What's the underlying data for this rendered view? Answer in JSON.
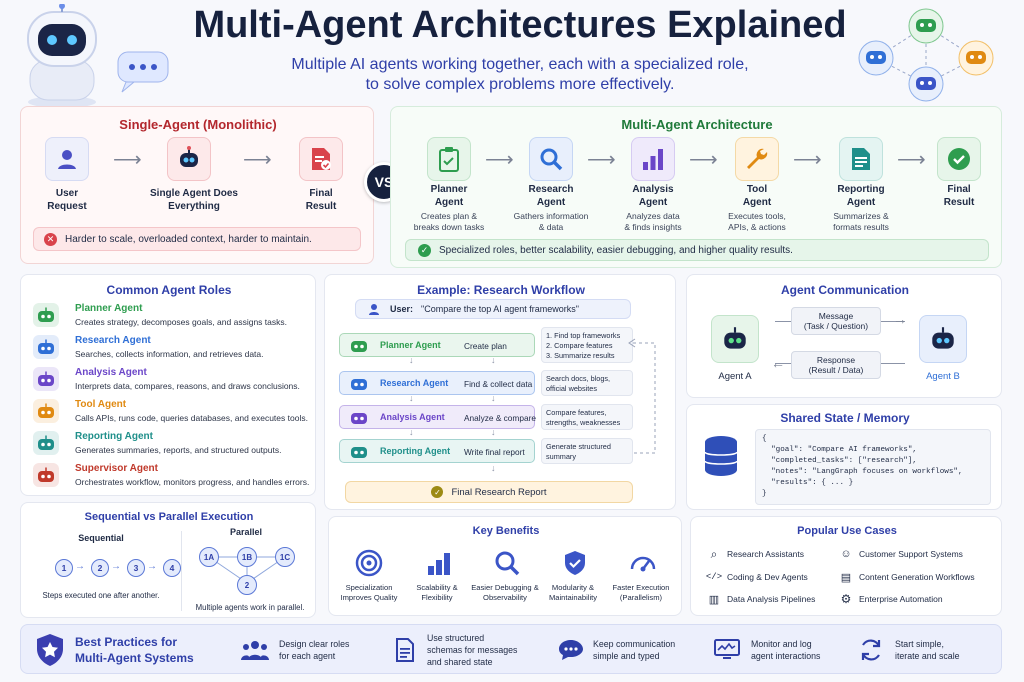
{
  "header": {
    "title": "Multi-Agent Architectures Explained",
    "subtitle_line1": "Multiple AI agents working together, each with a specialized role,",
    "subtitle_line2": "to solve complex problems more effectively."
  },
  "single": {
    "title": "Single-Agent (Monolithic)",
    "steps": [
      {
        "l1": "User",
        "l2": "Request"
      },
      {
        "l1": "Single Agent Does",
        "l2": "Everything"
      },
      {
        "l1": "Final",
        "l2": "Result"
      }
    ],
    "warning": "Harder to scale, overloaded context, harder to maintain."
  },
  "vs": "VS",
  "multi": {
    "title": "Multi-Agent Architecture",
    "steps": [
      {
        "l1": "Planner",
        "l2": "Agent",
        "d1": "Creates plan &",
        "d2": "breaks down tasks"
      },
      {
        "l1": "Research",
        "l2": "Agent",
        "d1": "Gathers information",
        "d2": "& data"
      },
      {
        "l1": "Analysis",
        "l2": "Agent",
        "d1": "Analyzes data",
        "d2": "& finds insights"
      },
      {
        "l1": "Tool",
        "l2": "Agent",
        "d1": "Executes tools,",
        "d2": "APIs, & actions"
      },
      {
        "l1": "Reporting",
        "l2": "Agent",
        "d1": "Summarizes &",
        "d2": "formats results"
      },
      {
        "l1": "Final",
        "l2": "Result",
        "d1": "",
        "d2": ""
      }
    ],
    "benefit": "Specialized roles, better scalability, easier debugging, and higher quality results."
  },
  "roles": {
    "title": "Common Agent Roles",
    "items": [
      {
        "name": "Planner Agent",
        "desc": "Creates strategy, decomposes goals, and assigns tasks.",
        "color": "#2e9d4f"
      },
      {
        "name": "Research Agent",
        "desc": "Searches, collects information, and retrieves data.",
        "color": "#2f6fd6"
      },
      {
        "name": "Analysis Agent",
        "desc": "Interprets data, compares, reasons, and draws conclusions.",
        "color": "#6b46c8"
      },
      {
        "name": "Tool Agent",
        "desc": "Calls APIs, runs code, queries databases, and executes tools.",
        "color": "#e08a12"
      },
      {
        "name": "Reporting Agent",
        "desc": "Generates summaries, reports, and structured outputs.",
        "color": "#1f8f8a"
      },
      {
        "name": "Supervisor Agent",
        "desc": "Orchestrates workflow, monitors progress, and handles errors.",
        "color": "#c0392b"
      }
    ]
  },
  "workflow": {
    "title": "Example: Research Workflow",
    "user_label": "User:",
    "user_query": "\"Compare the top AI agent frameworks\"",
    "rows": [
      {
        "agent": "Planner Agent",
        "action": "Create plan",
        "note": [
          "1. Find top frameworks",
          "2. Compare features",
          "3. Summarize results"
        ],
        "color": "#2e9d4f",
        "bg": "#eaf6ee"
      },
      {
        "agent": "Research Agent",
        "action": "Find & collect data",
        "note": [
          "Search docs, blogs,",
          "official websites"
        ],
        "color": "#2f6fd6",
        "bg": "#e9f0fc"
      },
      {
        "agent": "Analysis Agent",
        "action": "Analyze & compare",
        "note": [
          "Compare features,",
          "strengths, weaknesses"
        ],
        "color": "#6b46c8",
        "bg": "#f0ebfa"
      },
      {
        "agent": "Reporting Agent",
        "action": "Write final report",
        "note": [
          "Generate structured",
          "summary"
        ],
        "color": "#1f8f8a",
        "bg": "#e8f5f3"
      }
    ],
    "final": "Final Research Report"
  },
  "comm": {
    "title": "Agent Communication",
    "agent_a": "Agent A",
    "agent_b": "Agent B",
    "msg_l1": "Message",
    "msg_l2": "(Task / Question)",
    "resp_l1": "Response",
    "resp_l2": "(Result / Data)"
  },
  "memory": {
    "title": "Shared State / Memory",
    "lines": [
      "{",
      "  \"goal\": \"Compare AI frameworks\",",
      "  \"completed_tasks\": [\"research\"],",
      "  \"notes\": \"LangGraph focuses on workflows\",",
      "  \"results\": { ... }",
      "}"
    ]
  },
  "seqpar": {
    "title": "Sequential vs Parallel Execution",
    "seq_title": "Sequential",
    "seq_nodes": [
      "1",
      "2",
      "3",
      "4"
    ],
    "seq_caption": "Steps executed one after another.",
    "par_title": "Parallel",
    "par_nodes": [
      "1A",
      "1B",
      "1C",
      "2"
    ],
    "par_caption": "Multiple agents work in parallel."
  },
  "benefits": {
    "title": "Key Benefits",
    "items": [
      {
        "l1": "Specialization",
        "l2": "Improves Quality"
      },
      {
        "l1": "Scalability &",
        "l2": "Flexibility"
      },
      {
        "l1": "Easier Debugging &",
        "l2": "Observability"
      },
      {
        "l1": "Modularity &",
        "l2": "Maintainability"
      },
      {
        "l1": "Faster Execution",
        "l2": "(Parallelism)"
      }
    ]
  },
  "usecases": {
    "title": "Popular Use Cases",
    "items": [
      "Research Assistants",
      "Customer Support Systems",
      "Coding & Dev Agents",
      "Content Generation Workflows",
      "Data Analysis Pipelines",
      "Enterprise Automation"
    ]
  },
  "practices": {
    "title_l1": "Best Practices for",
    "title_l2": "Multi-Agent Systems",
    "items": [
      [
        "Design clear roles",
        "for each agent"
      ],
      [
        "Use structured",
        "schemas for messages",
        "and shared state"
      ],
      [
        "Keep communication",
        "simple and typed"
      ],
      [
        "Monitor and log",
        "agent interactions"
      ],
      [
        "Start simple,",
        "iterate and scale"
      ]
    ]
  },
  "colors": {
    "accent": "#2f3fa8",
    "green": "#2e9d4f",
    "red": "#c0392b",
    "navy": "#16213e"
  }
}
